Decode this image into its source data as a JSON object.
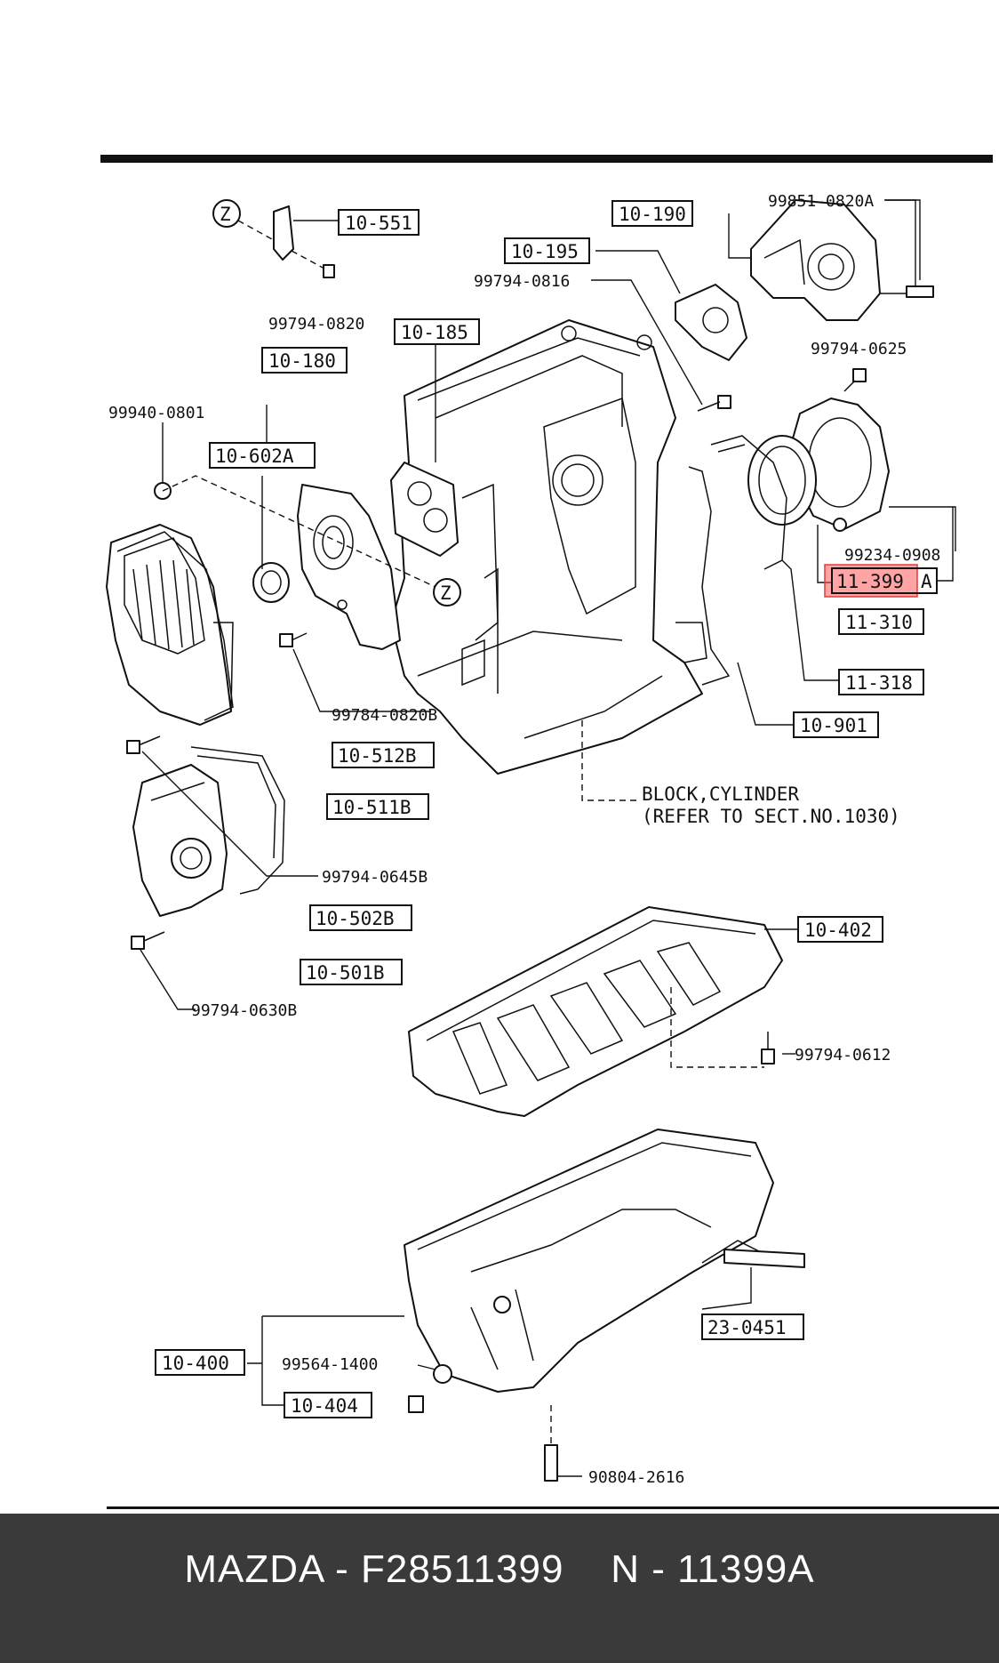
{
  "diagram": {
    "labels": {
      "l_10_551": "10-551",
      "l_10_190": "10-190",
      "l_99851_0820a": "99851-0820A",
      "l_10_195": "10-195",
      "l_99794_0816": "99794-0816",
      "l_99794_0820": "99794-0820",
      "l_10_185": "10-185",
      "l_10_180": "10-180",
      "l_99794_0625": "99794-0625",
      "l_99940_0801": "99940-0801",
      "l_10_602a": "10-602A",
      "l_99234_0908": "99234-0908",
      "l_11_399": "11-399",
      "l_11_399_suffix": "A",
      "l_11_310": "11-310",
      "l_11_318": "11-318",
      "l_99784_0820b": "99784-0820B",
      "l_10_901": "10-901",
      "l_10_512b": "10-512B",
      "l_10_511b": "10-511B",
      "l_block_1": "BLOCK,CYLINDER",
      "l_block_2": "(REFER TO SECT.NO.1030)",
      "l_99794_0645b": "99794-0645B",
      "l_10_502b": "10-502B",
      "l_10_402": "10-402",
      "l_10_501b": "10-501B",
      "l_99794_0630b": "99794-0630B",
      "l_99794_0612": "99794-0612",
      "l_23_0451": "23-0451",
      "l_10_400": "10-400",
      "l_99564_1400": "99564-1400",
      "l_10_404": "10-404",
      "l_90804_2616": "90804-2616",
      "l_z1": "Z",
      "l_z2": "Z"
    },
    "highlight_color": "#ff5a5a"
  },
  "footer": {
    "text": "MAZDA - F28511399    N - 11399A"
  }
}
